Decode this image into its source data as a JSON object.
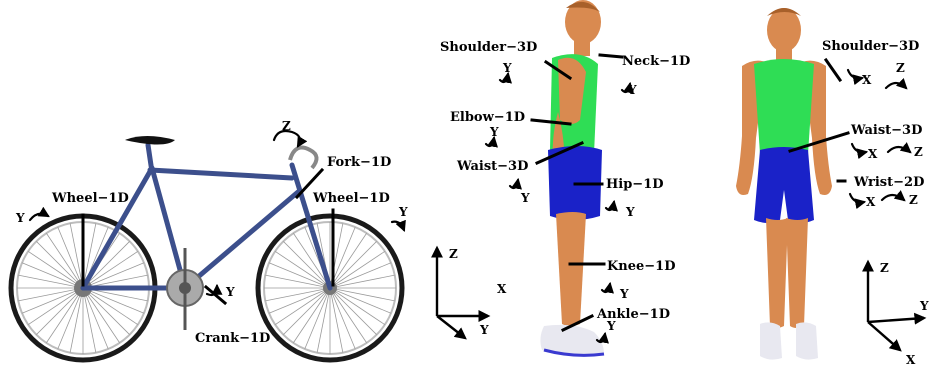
{
  "bike_labels": {
    "wheel_rear": "Wheel−1D",
    "wheel_front": "Wheel−1D",
    "fork": "Fork−1D",
    "crank": "Crank−1D",
    "rot_rear_wheel": "Y",
    "rot_front_wheel": "Y",
    "rot_fork": "Z",
    "rot_crank": "Y"
  },
  "side_labels": {
    "shoulder": "Shoulder−3D",
    "neck": "Neck−1D",
    "elbow": "Elbow−1D",
    "waist": "Waist−3D",
    "hip": "Hip−1D",
    "knee": "Knee−1D",
    "ankle": "Ankle−1D",
    "rot_shoulder": "Y",
    "rot_neck": "Y",
    "rot_elbow": "Y",
    "rot_waist": "Y",
    "rot_hip": "Y",
    "rot_knee": "Y",
    "rot_ankle": "Y"
  },
  "front_labels": {
    "shoulder": "Shoulder−3D",
    "waist": "Waist−3D",
    "wrist": "Wrist−2D",
    "rot_shoulder_x": "X",
    "rot_shoulder_z": "Z",
    "rot_waist_x": "X",
    "rot_waist_z": "Z",
    "rot_wrist_x": "X",
    "rot_wrist_z": "Z"
  },
  "axes_side": {
    "z": "Z",
    "x": "X",
    "y": "Y"
  },
  "axes_front": {
    "z": "Z",
    "y": "Y",
    "x": "X"
  },
  "colors": {
    "frame": "#3c4f8c",
    "tire": "#1a1a1a",
    "spokes": "#9a9a9a",
    "skin": "#d98a50",
    "shirt": "#2fdd55",
    "shorts": "#1a22c8",
    "shoe": "#e8e8f0",
    "shoe_trim": "#3a3ad0"
  }
}
